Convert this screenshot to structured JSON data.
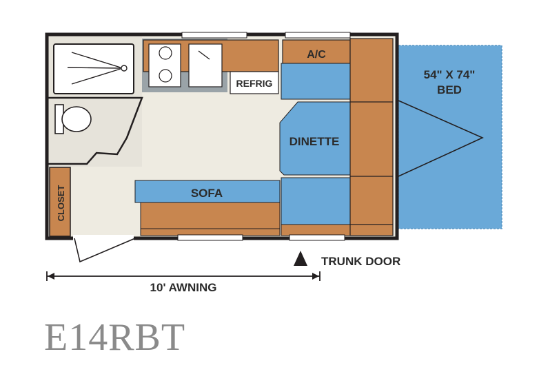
{
  "labels": {
    "bed": "54\" X 74\"",
    "bed_sub": "BED",
    "ac": "A/C",
    "refrig": "REFRIG",
    "dinette": "DINETTE",
    "sofa": "SOFA",
    "closet": "CLOSET",
    "trunk_door": "TRUNK DOOR",
    "awning": "10' AWNING"
  },
  "model": "E14RBT",
  "colors": {
    "wall": "#231f20",
    "floor": "#eeebe1",
    "blue": "#6aa9d8",
    "wood": "#c8864f",
    "bath": "#e6e3da",
    "model_text": "#8a8a8a"
  }
}
